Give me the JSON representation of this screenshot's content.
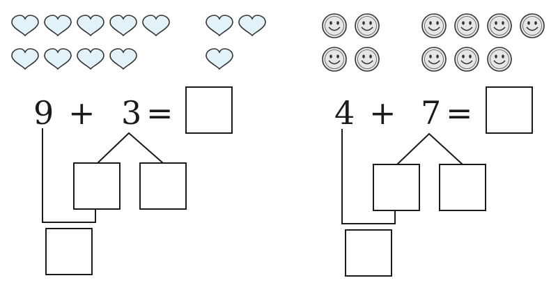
{
  "problems": [
    {
      "a": "9",
      "op": "+",
      "b": "3",
      "eq": "="
    },
    {
      "a": "4",
      "op": "+",
      "b": "7",
      "eq": "="
    }
  ],
  "icons": {
    "left": {
      "name": "heart-icon",
      "row1_group1": 5,
      "row1_group2": 2,
      "row2_group1": 4,
      "row2_group2": 1
    },
    "right": {
      "name": "smiley-face-icon",
      "row1_group1": 2,
      "row1_group2": 4,
      "row2_group1": 2,
      "row2_group2": 3
    }
  },
  "colors": {
    "heart_fill": "#e3f2f8",
    "face_fill": "#e6e6e6",
    "ink": "#1a1a1a"
  }
}
